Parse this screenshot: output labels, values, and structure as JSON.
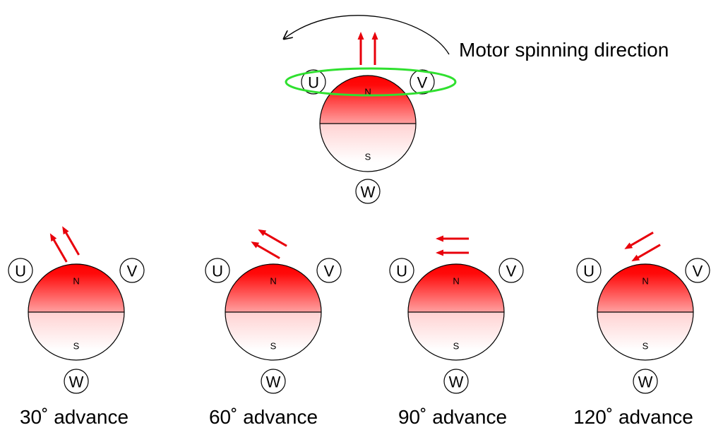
{
  "labels": {
    "u": "U",
    "v": "V",
    "w": "W",
    "north": "N",
    "south": "S"
  },
  "annotation": {
    "text": "Motor spinning direction"
  },
  "colors": {
    "rotor_north": "#ff0000",
    "rotor_south": "#ffffff",
    "field_arrow": "#e8000b",
    "highlight_ring": "#2fe02f",
    "outline": "#000000"
  },
  "panels": [
    {
      "caption": "30˚ advance",
      "advance_deg": 30
    },
    {
      "caption": "60˚ advance",
      "advance_deg": 60
    },
    {
      "caption": "90˚ advance",
      "advance_deg": 90
    },
    {
      "caption": "120˚ advance",
      "advance_deg": 120
    }
  ]
}
